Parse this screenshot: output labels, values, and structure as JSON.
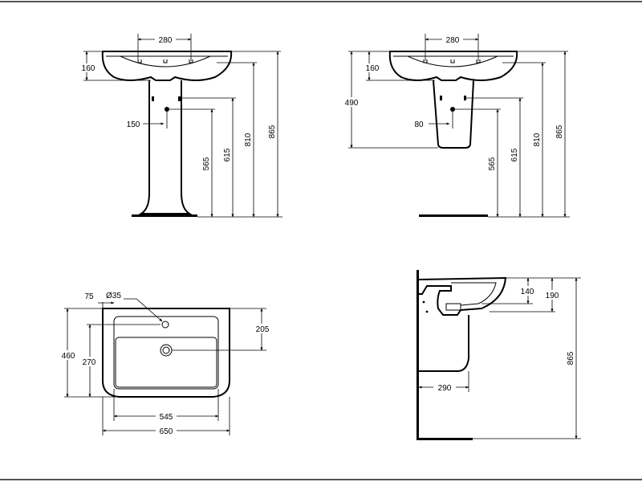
{
  "views": {
    "front_pedestal": {
      "tap_spacing": "280",
      "basin_depth": "160",
      "waste_offset": "150",
      "height_565": "565",
      "height_615": "615",
      "height_810": "810",
      "height_865": "865"
    },
    "front_semi_pedestal": {
      "tap_spacing": "280",
      "basin_depth": "160",
      "overall_490": "490",
      "waste_offset": "80",
      "height_565": "565",
      "height_615": "615",
      "height_810": "810",
      "height_865": "865"
    },
    "plan": {
      "edge_offset": "75",
      "hole_diameter": "Ø35",
      "hole_to_waste": "205",
      "depth": "460",
      "waste_from_front": "270",
      "inner_width": "545",
      "overall_width": "650"
    },
    "side": {
      "bowl_depth": "140",
      "basin_height": "190",
      "projection": "290",
      "height": "865"
    }
  }
}
